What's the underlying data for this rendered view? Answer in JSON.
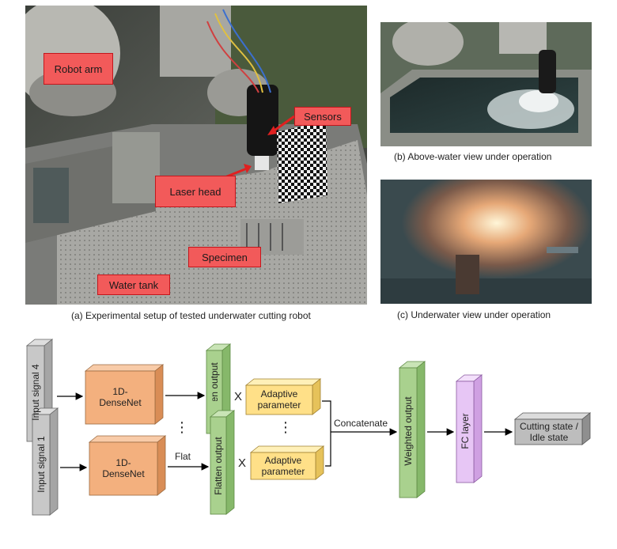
{
  "photos": {
    "setup": {
      "caption": "(a) Experimental setup of tested underwater cutting robot",
      "labels": {
        "robot_arm": "Robot arm",
        "sensors": "Sensors",
        "laser_head": "Laser head",
        "specimen": "Specimen",
        "water_tank": "Water tank"
      }
    },
    "above": {
      "caption": "(b) Above-water view under operation"
    },
    "under": {
      "caption": "(c) Underwater view under operation"
    }
  },
  "diagram": {
    "input_top": "Input signal 4",
    "input_bottom": "Input signal 1",
    "densenet_top": "1D-DenseNet",
    "densenet_bottom": "1D-DenseNet",
    "flatten_top": "Flatten output",
    "flatten_bottom": "Flatten output",
    "flat_label": "Flat",
    "multiply_top": "X",
    "multiply_bottom": "X",
    "adaptive_top": "Adaptive parameter",
    "adaptive_bottom": "Adaptive parameter",
    "dots": "⋮",
    "concatenate": "Concatenate",
    "weighted": "Weighted output",
    "fc": "FC layer",
    "output": "Cutting state / Idle state"
  },
  "colors": {
    "input": "#c8c8c8",
    "densenet": "#f3b07e",
    "flatten": "#a9d18e",
    "adaptive": "#ffe088",
    "fc": "#e7c6f5",
    "output": "#bdbdbd",
    "label_red": "#f25a5a"
  }
}
